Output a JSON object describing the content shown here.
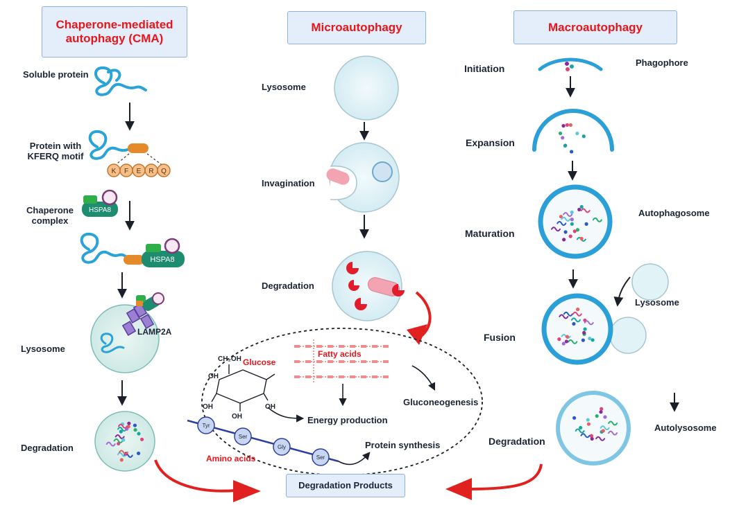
{
  "headers": {
    "cma": "Chaperone-mediated autophagy (CMA)",
    "micro": "Microautophagy",
    "macro": "Macroautophagy"
  },
  "cma": {
    "soluble_protein": "Soluble protein",
    "protein_kferq": "Protein with KFERQ motif",
    "kferq_letters": [
      "K",
      "F",
      "E",
      "R",
      "Q"
    ],
    "chaperone_complex": "Chaperone complex",
    "hspa8": "HSPA8",
    "lamp2a": "LAMP2A",
    "lysosome": "Lysosome",
    "degradation": "Degradation"
  },
  "micro": {
    "lysosome": "Lysosome",
    "invagination": "Invagination",
    "degradation": "Degradation"
  },
  "macro": {
    "initiation": "Initiation",
    "phagophore": "Phagophore",
    "expansion": "Expansion",
    "autophagosome": "Autophagosome",
    "maturation": "Maturation",
    "lysosome": "Lysosome",
    "fusion": "Fusion",
    "autolysosome": "Autolysosome",
    "degradation": "Degradation"
  },
  "products": {
    "glucose": "Glucose",
    "ch2oh": "CH₂OH",
    "oh": "OH",
    "fatty_acids": "Fatty acids",
    "gluconeogenesis": "Gluconeogenesis",
    "energy_production": "Energy production",
    "protein_synthesis": "Protein synthesis",
    "amino_acids": "Amino acids",
    "amino_acid_beads": [
      "Tyr",
      "Ser",
      "Gly",
      "Ser"
    ],
    "degradation_products": "Degradation Products"
  },
  "colors": {
    "header_text": "#e8161b",
    "header_bg": "#e3eefa",
    "membrane": "#2b9fd8",
    "protein": "#29a3d8",
    "chaperone": "#1e8c6e",
    "arrow_red": "#e0211f"
  }
}
